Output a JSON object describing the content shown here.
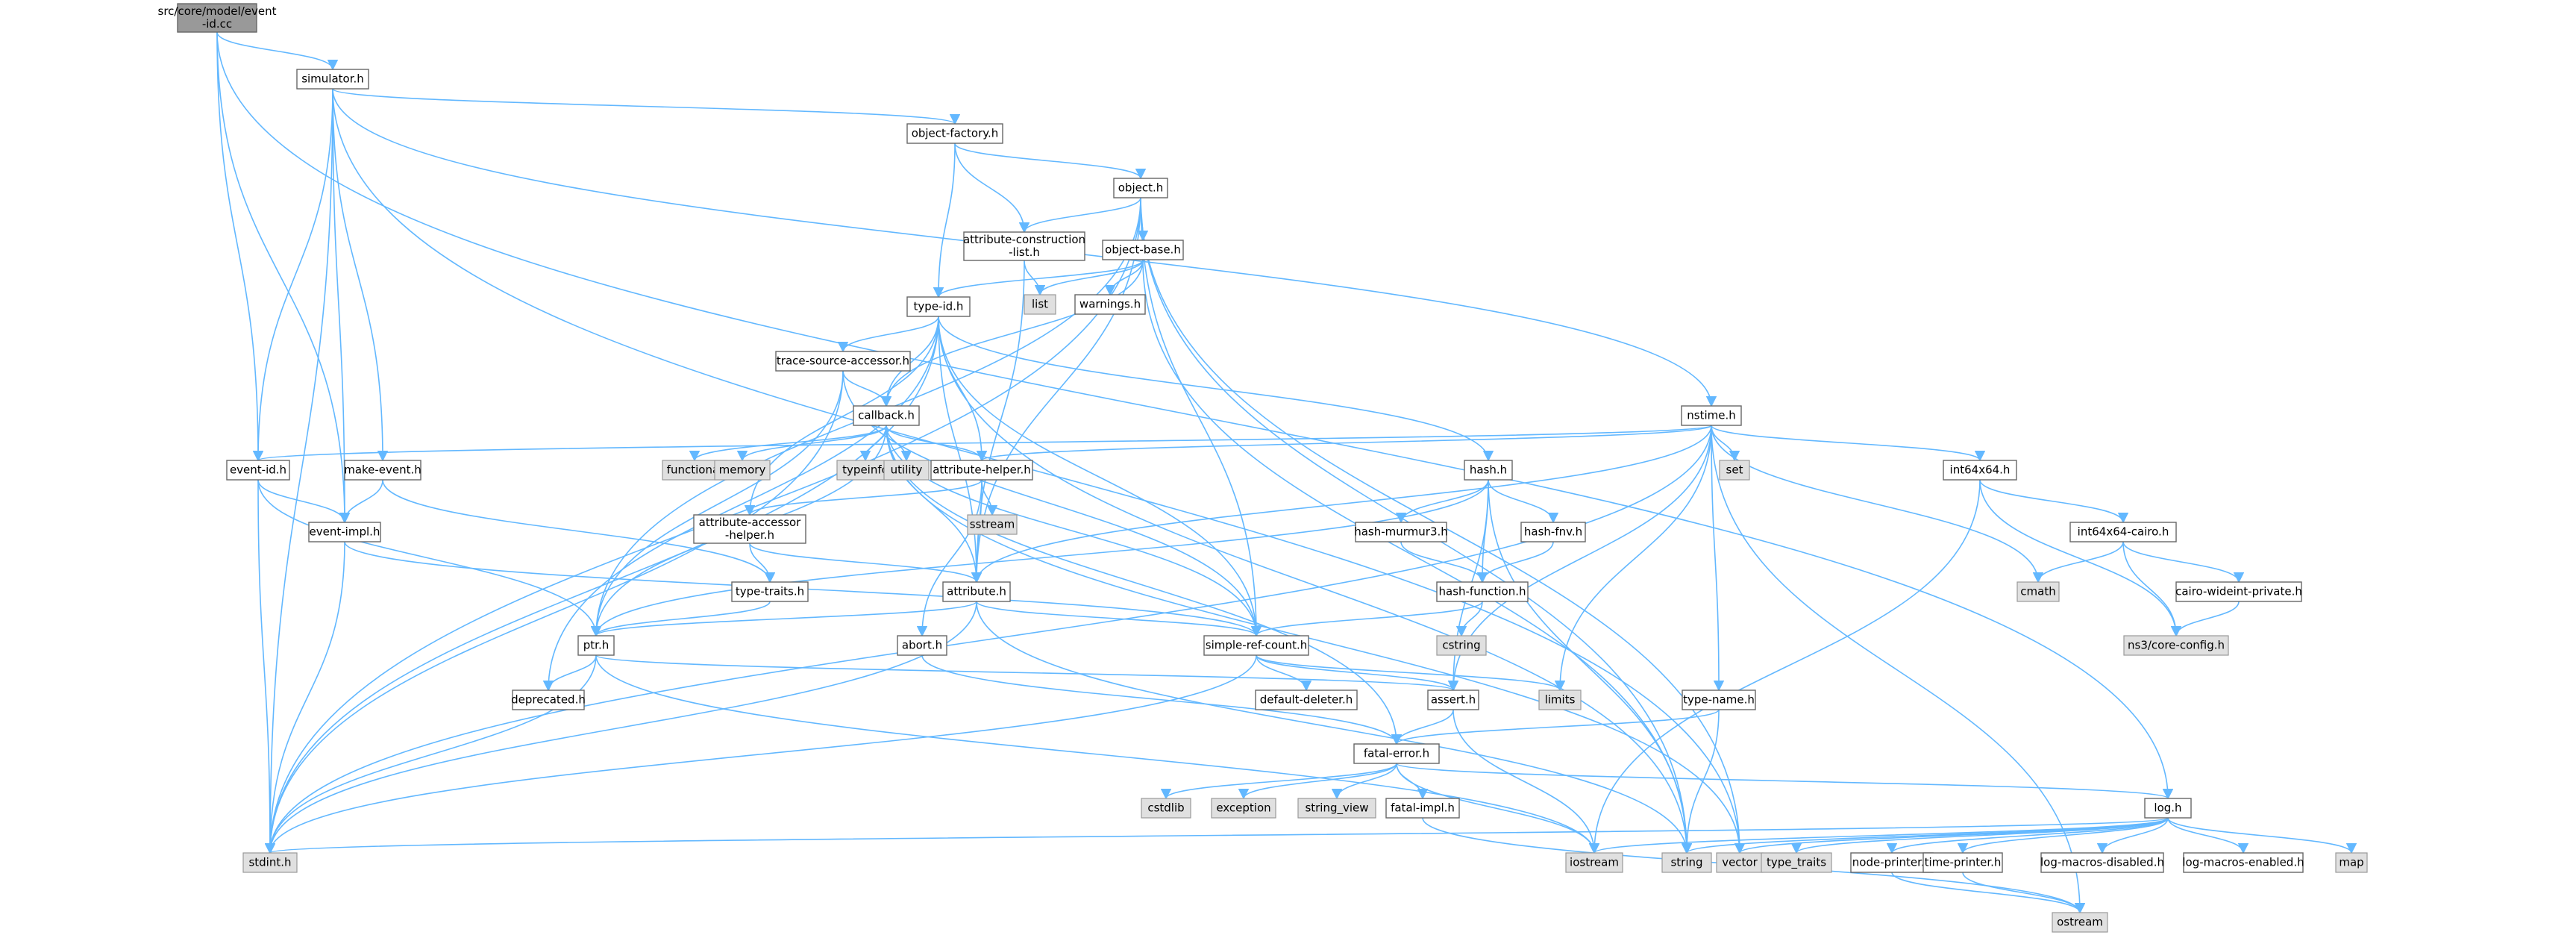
{
  "colors": {
    "edge": "#63b8ff",
    "local_fill": "#ffffff",
    "local_stroke": "#666666",
    "sys_fill": "#e0e0e0",
    "sys_stroke": "#999999",
    "root_fill": "#999999"
  },
  "nodes": [
    {
      "id": "root",
      "lines": [
        "src/core/model/event",
        "-id.cc"
      ],
      "kind": "root"
    },
    {
      "id": "simulator",
      "lines": [
        "simulator.h"
      ],
      "kind": "local"
    },
    {
      "id": "objectfactory",
      "lines": [
        "object-factory.h"
      ],
      "kind": "local"
    },
    {
      "id": "object",
      "lines": [
        "object.h"
      ],
      "kind": "local"
    },
    {
      "id": "attrconst",
      "lines": [
        "attribute-construction",
        "-list.h"
      ],
      "kind": "local"
    },
    {
      "id": "objectbase",
      "lines": [
        "object-base.h"
      ],
      "kind": "local"
    },
    {
      "id": "list",
      "lines": [
        "list"
      ],
      "kind": "sys"
    },
    {
      "id": "warnings",
      "lines": [
        "warnings.h"
      ],
      "kind": "local"
    },
    {
      "id": "typeid",
      "lines": [
        "type-id.h"
      ],
      "kind": "local"
    },
    {
      "id": "tracesrc",
      "lines": [
        "trace-source-accessor.h"
      ],
      "kind": "local"
    },
    {
      "id": "callback",
      "lines": [
        "callback.h"
      ],
      "kind": "local"
    },
    {
      "id": "functional",
      "lines": [
        "functional"
      ],
      "kind": "sys"
    },
    {
      "id": "memory",
      "lines": [
        "memory"
      ],
      "kind": "sys"
    },
    {
      "id": "typeinfo",
      "lines": [
        "typeinfo"
      ],
      "kind": "sys"
    },
    {
      "id": "utility",
      "lines": [
        "utility"
      ],
      "kind": "sys"
    },
    {
      "id": "attrhelper",
      "lines": [
        "attribute-helper.h"
      ],
      "kind": "local"
    },
    {
      "id": "sstream",
      "lines": [
        "sstream"
      ],
      "kind": "sys"
    },
    {
      "id": "attracc",
      "lines": [
        "attribute-accessor",
        "-helper.h"
      ],
      "kind": "local"
    },
    {
      "id": "typetraits_h",
      "lines": [
        "type-traits.h"
      ],
      "kind": "local"
    },
    {
      "id": "attribute",
      "lines": [
        "attribute.h"
      ],
      "kind": "local"
    },
    {
      "id": "abort",
      "lines": [
        "abort.h"
      ],
      "kind": "local"
    },
    {
      "id": "eventid",
      "lines": [
        "event-id.h"
      ],
      "kind": "local"
    },
    {
      "id": "makeevent",
      "lines": [
        "make-event.h"
      ],
      "kind": "local"
    },
    {
      "id": "eventimpl",
      "lines": [
        "event-impl.h"
      ],
      "kind": "local"
    },
    {
      "id": "ptr",
      "lines": [
        "ptr.h"
      ],
      "kind": "local"
    },
    {
      "id": "deprecated",
      "lines": [
        "deprecated.h"
      ],
      "kind": "local"
    },
    {
      "id": "simplerefcount",
      "lines": [
        "simple-ref-count.h"
      ],
      "kind": "local"
    },
    {
      "id": "defaultdeleter",
      "lines": [
        "default-deleter.h"
      ],
      "kind": "local"
    },
    {
      "id": "limits",
      "lines": [
        "limits"
      ],
      "kind": "sys"
    },
    {
      "id": "assert",
      "lines": [
        "assert.h"
      ],
      "kind": "local"
    },
    {
      "id": "hash",
      "lines": [
        "hash.h"
      ],
      "kind": "local"
    },
    {
      "id": "hashmurmur",
      "lines": [
        "hash-murmur3.h"
      ],
      "kind": "local"
    },
    {
      "id": "hashfnv",
      "lines": [
        "hash-fnv.h"
      ],
      "kind": "local"
    },
    {
      "id": "hashfunction",
      "lines": [
        "hash-function.h"
      ],
      "kind": "local"
    },
    {
      "id": "cstring",
      "lines": [
        "cstring"
      ],
      "kind": "sys"
    },
    {
      "id": "nstime",
      "lines": [
        "nstime.h"
      ],
      "kind": "local"
    },
    {
      "id": "set",
      "lines": [
        "set"
      ],
      "kind": "sys"
    },
    {
      "id": "int64x64",
      "lines": [
        "int64x64.h"
      ],
      "kind": "local"
    },
    {
      "id": "int64cairo",
      "lines": [
        "int64x64-cairo.h"
      ],
      "kind": "local"
    },
    {
      "id": "cmath",
      "lines": [
        "cmath"
      ],
      "kind": "sys"
    },
    {
      "id": "cairowide",
      "lines": [
        "cairo-wideint-private.h"
      ],
      "kind": "local"
    },
    {
      "id": "coreconfig",
      "lines": [
        "ns3/core-config.h"
      ],
      "kind": "sys"
    },
    {
      "id": "typename",
      "lines": [
        "type-name.h"
      ],
      "kind": "local"
    },
    {
      "id": "fatalerror",
      "lines": [
        "fatal-error.h"
      ],
      "kind": "local"
    },
    {
      "id": "cstdlib",
      "lines": [
        "cstdlib"
      ],
      "kind": "sys"
    },
    {
      "id": "exception",
      "lines": [
        "exception"
      ],
      "kind": "sys"
    },
    {
      "id": "stringview",
      "lines": [
        "string_view"
      ],
      "kind": "sys"
    },
    {
      "id": "fatalimpl",
      "lines": [
        "fatal-impl.h"
      ],
      "kind": "local"
    },
    {
      "id": "iostream",
      "lines": [
        "iostream"
      ],
      "kind": "sys"
    },
    {
      "id": "log",
      "lines": [
        "log.h"
      ],
      "kind": "local"
    },
    {
      "id": "stdint",
      "lines": [
        "stdint.h"
      ],
      "kind": "sys"
    },
    {
      "id": "string",
      "lines": [
        "string"
      ],
      "kind": "sys"
    },
    {
      "id": "vector",
      "lines": [
        "vector"
      ],
      "kind": "sys"
    },
    {
      "id": "type_traits",
      "lines": [
        "type_traits"
      ],
      "kind": "sys"
    },
    {
      "id": "nodeprinter",
      "lines": [
        "node-printer.h"
      ],
      "kind": "local"
    },
    {
      "id": "timeprinter",
      "lines": [
        "time-printer.h"
      ],
      "kind": "local"
    },
    {
      "id": "logdisabled",
      "lines": [
        "log-macros-disabled.h"
      ],
      "kind": "local"
    },
    {
      "id": "logenabled",
      "lines": [
        "log-macros-enabled.h"
      ],
      "kind": "local"
    },
    {
      "id": "map",
      "lines": [
        "map"
      ],
      "kind": "sys"
    },
    {
      "id": "ostream",
      "lines": [
        "ostream"
      ],
      "kind": "sys"
    }
  ],
  "edges": [
    [
      "root",
      "simulator"
    ],
    [
      "root",
      "eventid"
    ],
    [
      "root",
      "eventimpl"
    ],
    [
      "root",
      "log"
    ],
    [
      "simulator",
      "objectfactory"
    ],
    [
      "simulator",
      "eventid"
    ],
    [
      "simulator",
      "makeevent"
    ],
    [
      "simulator",
      "eventimpl"
    ],
    [
      "simulator",
      "nstime"
    ],
    [
      "simulator",
      "stdint"
    ],
    [
      "simulator",
      "vector"
    ],
    [
      "objectfactory",
      "object"
    ],
    [
      "objectfactory",
      "attrconst"
    ],
    [
      "objectfactory",
      "typeid"
    ],
    [
      "object",
      "attrconst"
    ],
    [
      "object",
      "objectbase"
    ],
    [
      "object",
      "ptr"
    ],
    [
      "object",
      "simplerefcount"
    ],
    [
      "object",
      "attribute"
    ],
    [
      "object",
      "string"
    ],
    [
      "object",
      "vector"
    ],
    [
      "object",
      "stdint"
    ],
    [
      "attrconst",
      "list"
    ],
    [
      "attrconst",
      "attribute"
    ],
    [
      "objectbase",
      "list"
    ],
    [
      "objectbase",
      "warnings"
    ],
    [
      "objectbase",
      "typeid"
    ],
    [
      "objectbase",
      "callback"
    ],
    [
      "objectbase",
      "string"
    ],
    [
      "typeid",
      "tracesrc"
    ],
    [
      "typeid",
      "callback"
    ],
    [
      "typeid",
      "attrhelper"
    ],
    [
      "typeid",
      "attracc"
    ],
    [
      "typeid",
      "attribute"
    ],
    [
      "typeid",
      "hash"
    ],
    [
      "typeid",
      "string"
    ],
    [
      "typeid",
      "stdint"
    ],
    [
      "typeid",
      "deprecated"
    ],
    [
      "typeid",
      "simplerefcount"
    ],
    [
      "tracesrc",
      "callback"
    ],
    [
      "tracesrc",
      "ptr"
    ],
    [
      "tracesrc",
      "simplerefcount"
    ],
    [
      "tracesrc",
      "stdint"
    ],
    [
      "callback",
      "functional"
    ],
    [
      "callback",
      "memory"
    ],
    [
      "callback",
      "typeinfo"
    ],
    [
      "callback",
      "utility"
    ],
    [
      "callback",
      "attrhelper"
    ],
    [
      "callback",
      "attribute"
    ],
    [
      "callback",
      "ptr"
    ],
    [
      "callback",
      "simplerefcount"
    ],
    [
      "callback",
      "fatalerror"
    ],
    [
      "callback",
      "vector"
    ],
    [
      "attrhelper",
      "sstream"
    ],
    [
      "attrhelper",
      "attracc"
    ],
    [
      "attrhelper",
      "attribute"
    ],
    [
      "attrhelper",
      "abort"
    ],
    [
      "attracc",
      "typetraits_h"
    ],
    [
      "attracc",
      "attribute"
    ],
    [
      "typetraits_h",
      "ptr"
    ],
    [
      "attribute",
      "ptr"
    ],
    [
      "attribute",
      "simplerefcount"
    ],
    [
      "attribute",
      "string"
    ],
    [
      "attribute",
      "stdint"
    ],
    [
      "abort",
      "fatalerror"
    ],
    [
      "eventid",
      "eventimpl"
    ],
    [
      "eventid",
      "ptr"
    ],
    [
      "eventid",
      "stdint"
    ],
    [
      "makeevent",
      "eventimpl"
    ],
    [
      "makeevent",
      "typetraits_h"
    ],
    [
      "eventimpl",
      "simplerefcount"
    ],
    [
      "eventimpl",
      "stdint"
    ],
    [
      "ptr",
      "deprecated"
    ],
    [
      "ptr",
      "assert"
    ],
    [
      "ptr",
      "iostream"
    ],
    [
      "ptr",
      "stdint"
    ],
    [
      "simplerefcount",
      "defaultdeleter"
    ],
    [
      "simplerefcount",
      "assert"
    ],
    [
      "simplerefcount",
      "limits"
    ],
    [
      "simplerefcount",
      "stdint"
    ],
    [
      "assert",
      "fatalerror"
    ],
    [
      "assert",
      "iostream"
    ],
    [
      "hash",
      "hashmurmur"
    ],
    [
      "hash",
      "hashfnv"
    ],
    [
      "hash",
      "hashfunction"
    ],
    [
      "hash",
      "assert"
    ],
    [
      "hash",
      "ptr"
    ],
    [
      "hash",
      "string"
    ],
    [
      "hashmurmur",
      "hashfunction"
    ],
    [
      "hashfnv",
      "hashfunction"
    ],
    [
      "hashfunction",
      "cstring"
    ],
    [
      "hashfunction",
      "simplerefcount"
    ],
    [
      "nstime",
      "set"
    ],
    [
      "nstime",
      "int64x64"
    ],
    [
      "nstime",
      "typename"
    ],
    [
      "nstime",
      "attrhelper"
    ],
    [
      "nstime",
      "attribute"
    ],
    [
      "nstime",
      "eventid"
    ],
    [
      "nstime",
      "assert"
    ],
    [
      "nstime",
      "limits"
    ],
    [
      "nstime",
      "cmath"
    ],
    [
      "nstime",
      "ostream"
    ],
    [
      "nstime",
      "stdint"
    ],
    [
      "int64x64",
      "int64cairo"
    ],
    [
      "int64x64",
      "coreconfig"
    ],
    [
      "int64x64",
      "iostream"
    ],
    [
      "int64cairo",
      "cmath"
    ],
    [
      "int64cairo",
      "cairowide"
    ],
    [
      "int64cairo",
      "coreconfig"
    ],
    [
      "cairowide",
      "coreconfig"
    ],
    [
      "typename",
      "fatalerror"
    ],
    [
      "typename",
      "string"
    ],
    [
      "fatalerror",
      "cstdlib"
    ],
    [
      "fatalerror",
      "exception"
    ],
    [
      "fatalerror",
      "stringview"
    ],
    [
      "fatalerror",
      "fatalimpl"
    ],
    [
      "fatalerror",
      "iostream"
    ],
    [
      "fatalerror",
      "log"
    ],
    [
      "fatalimpl",
      "ostream"
    ],
    [
      "log",
      "stdint"
    ],
    [
      "log",
      "string"
    ],
    [
      "log",
      "vector"
    ],
    [
      "log",
      "type_traits"
    ],
    [
      "log",
      "nodeprinter"
    ],
    [
      "log",
      "timeprinter"
    ],
    [
      "log",
      "logdisabled"
    ],
    [
      "log",
      "logenabled"
    ],
    [
      "log",
      "map"
    ],
    [
      "log",
      "iostream"
    ],
    [
      "nodeprinter",
      "ostream"
    ],
    [
      "timeprinter",
      "ostream"
    ]
  ]
}
